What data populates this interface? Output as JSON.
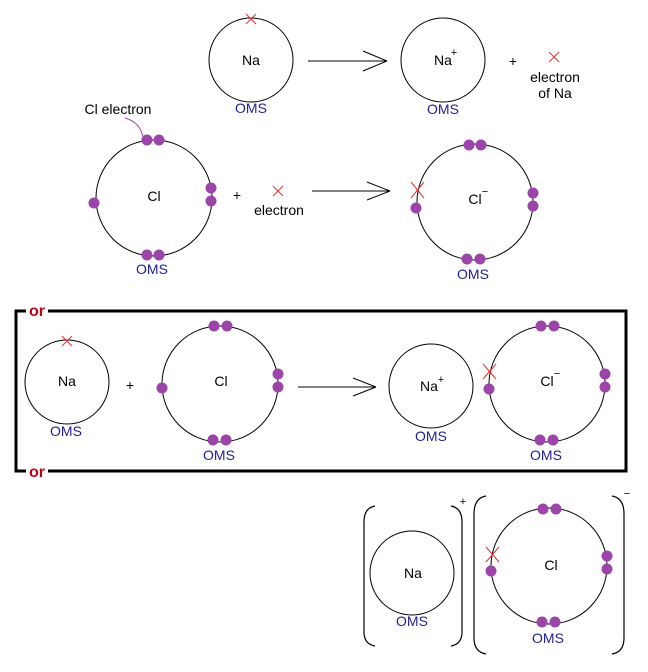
{
  "title": "Formation of sodium chloride (ionic bonding) - outer main shell diagrams",
  "colors": {
    "electron_dot": "#9b45a8",
    "transferred_electron_cross": "#e03030",
    "oms_label": "#1f1f8f",
    "or_label": "#c00018",
    "line": "#000000"
  },
  "labels": {
    "shell_label": "OMS",
    "plus": "+",
    "or": "or",
    "cl_electron_callout": "Cl electron",
    "electron": "electron",
    "electron_of_na_line1": "electron",
    "electron_of_na_line2": "of Na"
  },
  "atoms": {
    "na": "Na",
    "na_ion": "Na",
    "na_ion_charge": "+",
    "cl": "Cl",
    "cl_ion": "Cl",
    "cl_ion_charge": "−"
  },
  "steps": [
    {
      "name": "sodium-ionisation",
      "reactants": [
        "Na"
      ],
      "products": [
        "Na+",
        "electron of Na"
      ]
    },
    {
      "name": "chlorine-gains-electron",
      "reactants": [
        "Cl",
        "electron"
      ],
      "products": [
        "Cl-"
      ]
    },
    {
      "name": "combined-transfer",
      "reactants": [
        "Na",
        "Cl"
      ],
      "products": [
        "Na+",
        "Cl-"
      ]
    },
    {
      "name": "ionic-compound",
      "products": [
        "[Na]+",
        "[Cl]-"
      ]
    }
  ],
  "electron_counts": {
    "na_outer": 1,
    "cl_outer_own": 7,
    "cl_ion_outer": 8
  },
  "bracket_charges": {
    "na": "+",
    "cl": "−"
  }
}
